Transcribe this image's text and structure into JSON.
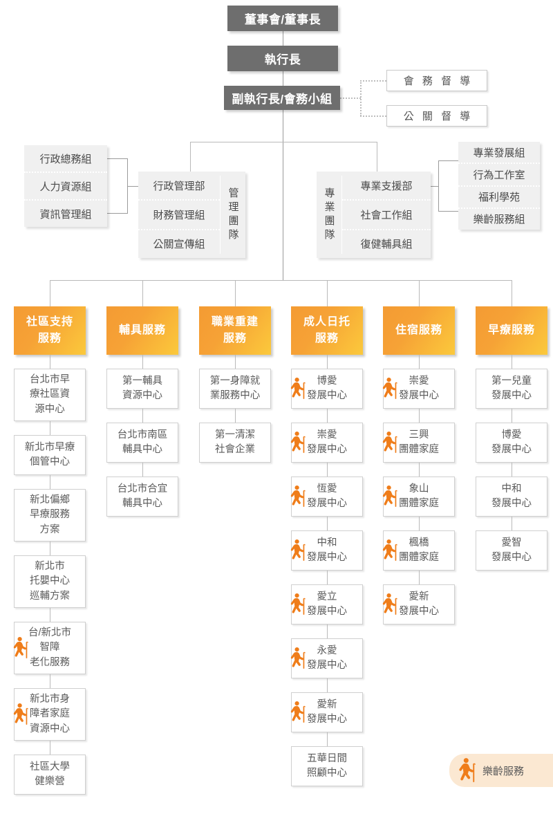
{
  "colors": {
    "exec_bg": "#6e6e6e",
    "panel_bg": "#f0f0f0",
    "service_orange_start": "#f49b33",
    "service_orange_end": "#fbc93c",
    "icon_orange": "#ef7d1a",
    "legend_bg": "#fbe8d2",
    "line": "#9a9a9a",
    "box_border": "#cfcfcf"
  },
  "executives": [
    {
      "id": "board",
      "label": "董事會/董事長"
    },
    {
      "id": "ceo",
      "label": "執行長"
    },
    {
      "id": "deputy_ceo",
      "label": "副執行長/會務小組"
    }
  ],
  "supervisors": [
    {
      "id": "affairs_supervisor",
      "label": "會 務 督 導"
    },
    {
      "id": "pr_supervisor",
      "label": "公 關 督 導"
    }
  ],
  "management_team": {
    "side_label": "管理團隊",
    "departments": [
      "行政管理部",
      "財務管理組",
      "公關宣傳組"
    ],
    "subgroups": [
      "行政總務組",
      "人力資源組",
      "資訊管理組"
    ]
  },
  "professional_team": {
    "side_label": "專業團隊",
    "departments": [
      "專業支援部",
      "社會工作組",
      "復健輔具組"
    ],
    "subgroups": [
      "專業發展組",
      "行為工作室",
      "福利學苑",
      "樂齡服務組"
    ]
  },
  "services": [
    {
      "id": "community-support",
      "title": "社區支持\n服務",
      "title_lines": [
        "社區支持",
        "服務"
      ],
      "items": [
        {
          "lines": [
            "台北市早",
            "療社區資",
            "源中心"
          ],
          "elder": false
        },
        {
          "lines": [
            "新北市早療",
            "個管中心"
          ],
          "elder": false
        },
        {
          "lines": [
            "新北偏鄉",
            "早療服務",
            "方案"
          ],
          "elder": false
        },
        {
          "lines": [
            "新北市",
            "托嬰中心",
            "巡輔方案"
          ],
          "elder": false
        },
        {
          "lines": [
            "台/新北市",
            "智障",
            "老化服務"
          ],
          "elder": true
        },
        {
          "lines": [
            "新北市身",
            "障者家庭",
            "資源中心"
          ],
          "elder": true
        },
        {
          "lines": [
            "社區大學",
            "健樂營"
          ],
          "elder": false
        }
      ]
    },
    {
      "id": "assistive-devices",
      "title_lines": [
        "輔具服務"
      ],
      "items": [
        {
          "lines": [
            "第一輔具",
            "資源中心"
          ],
          "elder": false
        },
        {
          "lines": [
            "台北市南區",
            "輔具中心"
          ],
          "elder": false
        },
        {
          "lines": [
            "台北市合宜",
            "輔具中心"
          ],
          "elder": false
        }
      ]
    },
    {
      "id": "vocational-rehab",
      "title_lines": [
        "職業重建",
        "服務"
      ],
      "items": [
        {
          "lines": [
            "第一身障就",
            "業服務中心"
          ],
          "elder": false
        },
        {
          "lines": [
            "第一清潔",
            "社會企業"
          ],
          "elder": false
        }
      ]
    },
    {
      "id": "adult-day-care",
      "title_lines": [
        "成人日托",
        "服務"
      ],
      "items": [
        {
          "lines": [
            "博愛",
            "發展中心"
          ],
          "elder": true
        },
        {
          "lines": [
            "崇愛",
            "發展中心"
          ],
          "elder": true
        },
        {
          "lines": [
            "恆愛",
            "發展中心"
          ],
          "elder": true
        },
        {
          "lines": [
            "中和",
            "發展中心"
          ],
          "elder": true
        },
        {
          "lines": [
            "愛立",
            "發展中心"
          ],
          "elder": true
        },
        {
          "lines": [
            "永愛",
            "發展中心"
          ],
          "elder": true
        },
        {
          "lines": [
            "愛新",
            "發展中心"
          ],
          "elder": true
        },
        {
          "lines": [
            "五華日間",
            "照顧中心"
          ],
          "elder": false
        }
      ]
    },
    {
      "id": "residential",
      "title_lines": [
        "住宿服務"
      ],
      "items": [
        {
          "lines": [
            "崇愛",
            "發展中心"
          ],
          "elder": true
        },
        {
          "lines": [
            "三興",
            "團體家庭"
          ],
          "elder": true
        },
        {
          "lines": [
            "象山",
            "團體家庭"
          ],
          "elder": true
        },
        {
          "lines": [
            "楓橋",
            "團體家庭"
          ],
          "elder": true
        },
        {
          "lines": [
            "愛新",
            "發展中心"
          ],
          "elder": true
        }
      ]
    },
    {
      "id": "early-intervention",
      "title_lines": [
        "早療服務"
      ],
      "items": [
        {
          "lines": [
            "第一兒童",
            "發展中心"
          ],
          "elder": false
        },
        {
          "lines": [
            "博愛",
            "發展中心"
          ],
          "elder": false
        },
        {
          "lines": [
            "中和",
            "發展中心"
          ],
          "elder": false
        },
        {
          "lines": [
            "愛智",
            "發展中心"
          ],
          "elder": false
        }
      ]
    }
  ],
  "legend": {
    "icon": "elderly-person-with-cane-icon",
    "label": "樂齡服務"
  }
}
